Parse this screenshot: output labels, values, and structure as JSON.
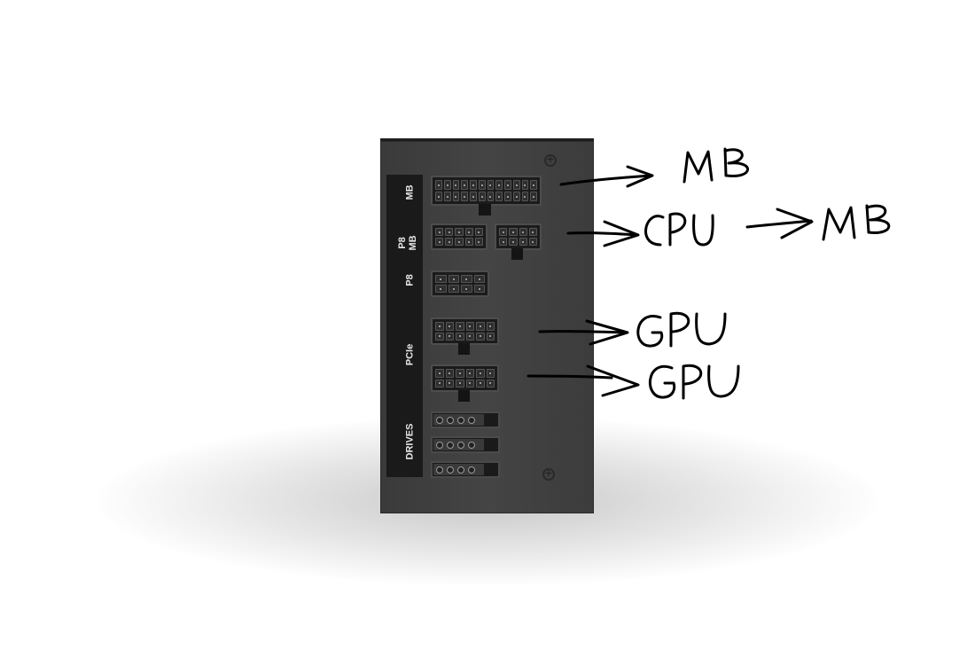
{
  "psu": {
    "labels": {
      "mb": "MB",
      "p8_mb": "P8\nMB",
      "p8": "P8",
      "pcie": "PCIe",
      "drives": "DRIVES"
    }
  },
  "annotations": [
    {
      "label": "MB"
    },
    {
      "label": "CPU"
    },
    {
      "label": "MB"
    },
    {
      "label": "GPU"
    },
    {
      "label": "GPU"
    }
  ],
  "colors": {
    "panel": "#404040",
    "label_strip": "#1a1a1a",
    "ink": "#000000"
  }
}
